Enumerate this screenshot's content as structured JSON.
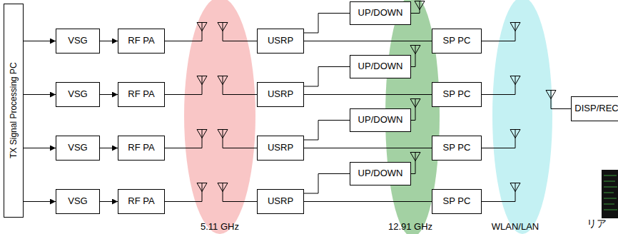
{
  "diagram": {
    "nodes": [
      {
        "text": [
          "TX Signal Processing PC"
        ]
      },
      {
        "text": [
          "VSG"
        ]
      },
      {
        "text": [
          "RF PA"
        ]
      },
      {
        "text": [
          "USRP"
        ]
      },
      {
        "text": [
          "UP/DOWN"
        ]
      },
      {
        "text": [
          "SP PC"
        ]
      },
      {
        "text": [
          "VSG"
        ]
      },
      {
        "text": [
          "RF PA"
        ]
      },
      {
        "text": [
          "USRP"
        ]
      },
      {
        "text": [
          "UP/DOWN"
        ]
      },
      {
        "text": [
          "SP PC"
        ]
      },
      {
        "text": [
          "VSG"
        ]
      },
      {
        "text": [
          "RF PA"
        ]
      },
      {
        "text": [
          "USRP"
        ]
      },
      {
        "text": [
          "UP/DOWN"
        ]
      },
      {
        "text": [
          "SP PC"
        ]
      },
      {
        "text": [
          "VSG"
        ]
      },
      {
        "text": [
          "RF PA"
        ]
      },
      {
        "text": [
          "USRP"
        ]
      },
      {
        "text": [
          "UP/DOWN"
        ]
      },
      {
        "text": [
          "SP PC"
        ]
      },
      {
        "text": [
          "DISP/REC"
        ]
      }
    ],
    "edges": [
      {
        "from": 0,
        "to": 1,
        "arrow": "to"
      },
      {
        "from": 1,
        "to": 2,
        "arrow": "to"
      },
      {
        "from": 3,
        "to": 4,
        "arrow": "none"
      },
      {
        "from": 3,
        "to": 5,
        "arrow": "none"
      },
      {
        "from": 0,
        "to": 6,
        "arrow": "to"
      },
      {
        "from": 6,
        "to": 7,
        "arrow": "to"
      },
      {
        "from": 8,
        "to": 9,
        "arrow": "none"
      },
      {
        "from": 8,
        "to": 10,
        "arrow": "none"
      },
      {
        "from": 0,
        "to": 11,
        "arrow": "to"
      },
      {
        "from": 11,
        "to": 12,
        "arrow": "to"
      },
      {
        "from": 13,
        "to": 14,
        "arrow": "none"
      },
      {
        "from": 13,
        "to": 15,
        "arrow": "none"
      },
      {
        "from": 0,
        "to": 16,
        "arrow": "to"
      },
      {
        "from": 16,
        "to": 17,
        "arrow": "to"
      },
      {
        "from": 18,
        "to": 19,
        "arrow": "none"
      },
      {
        "from": 18,
        "to": 20,
        "arrow": "none"
      }
    ],
    "labels": [
      "5.11 GHz",
      "12.91 GHz",
      "WLAN/LAN",
      "リア"
    ]
  }
}
